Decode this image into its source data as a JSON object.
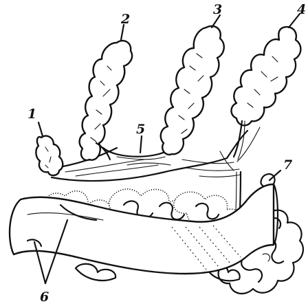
{
  "labels": {
    "l1": "1",
    "l2": "2",
    "l3": "3",
    "l4": "4",
    "l5": "5",
    "l6": "6",
    "l7": "7"
  },
  "colors": {
    "ink": "#111111",
    "paper": "#ffffff"
  }
}
